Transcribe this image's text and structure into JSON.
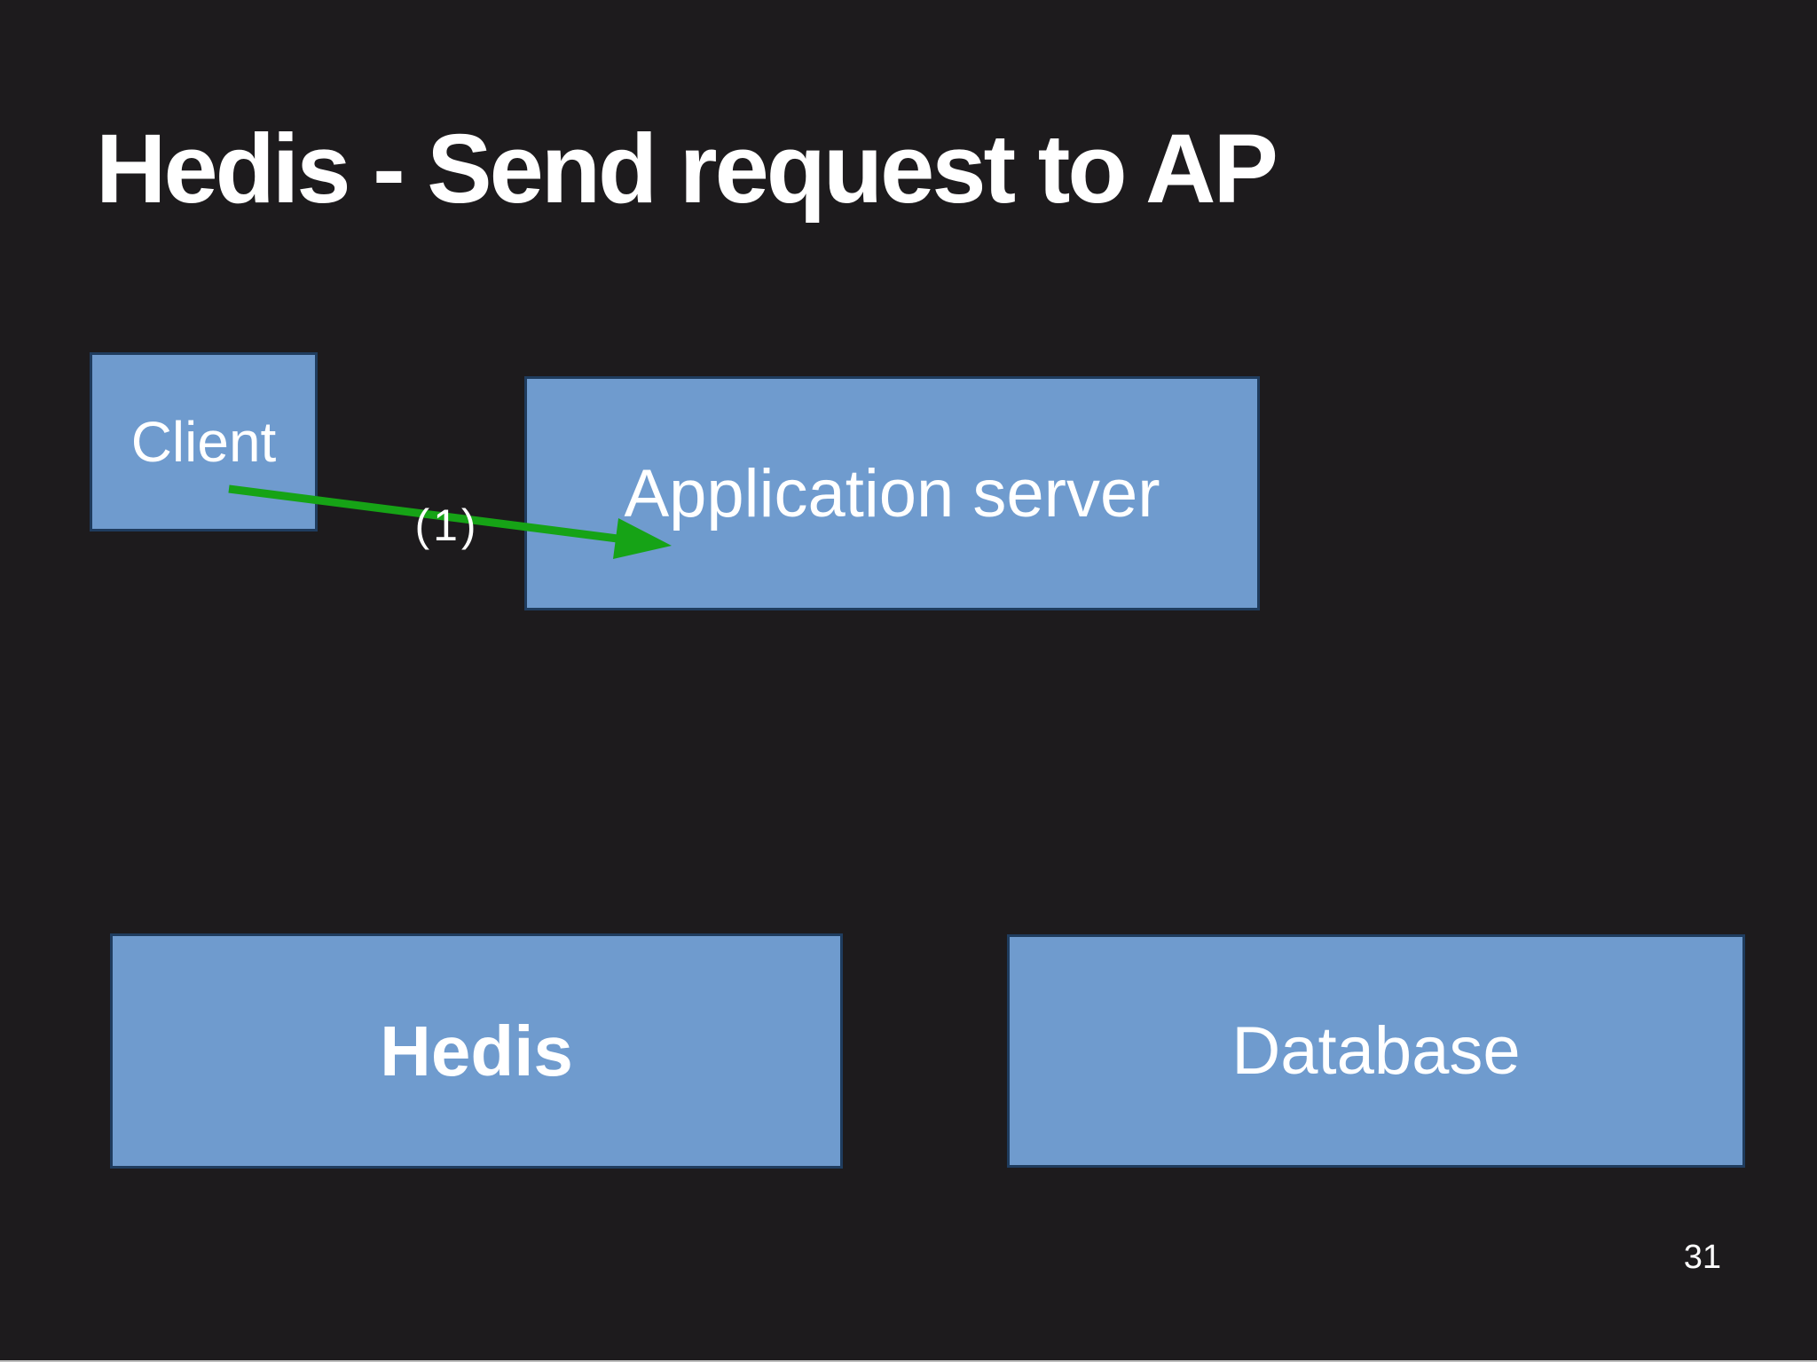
{
  "slide": {
    "title": "Hedis - Send request to AP",
    "page_number": "31",
    "nodes": {
      "client": {
        "label": "Client"
      },
      "application_server": {
        "label": "Application server"
      },
      "hedis": {
        "label": "Hedis"
      },
      "database": {
        "label": "Database"
      }
    },
    "arrow": {
      "label": "(1)",
      "from": "client",
      "to": "application_server"
    },
    "colors": {
      "background": "#1d1b1d",
      "box_fill": "#6f9bce",
      "box_border": "#1f3c5e",
      "arrow_green": "#16a316",
      "text": "#ffffff"
    }
  }
}
